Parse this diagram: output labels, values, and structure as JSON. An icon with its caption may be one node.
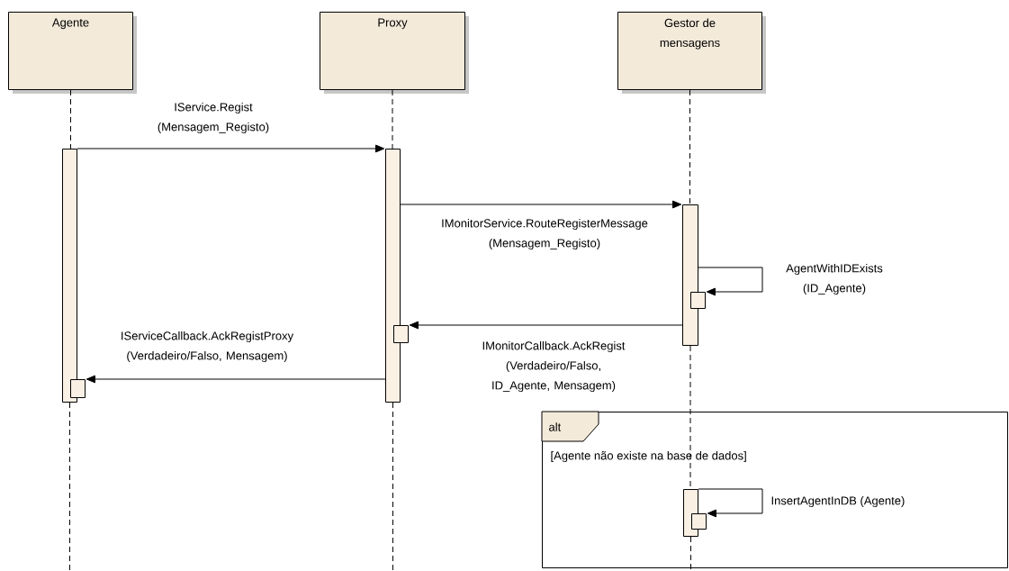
{
  "diagram": {
    "nodes": [
      {
        "text": [
          "Agente"
        ]
      },
      {
        "text": [
          "Proxy"
        ]
      },
      {
        "text": [
          "Gestor de mensagens"
        ]
      },
      {
        "text": [],
        "shape": "bar"
      },
      {
        "text": [],
        "shape": "bar"
      },
      {
        "text": [],
        "shape": "bar"
      },
      {
        "text": [],
        "shape": "bar"
      },
      {
        "text": [],
        "shape": "bar"
      },
      {
        "text": [],
        "shape": "bar"
      },
      {
        "text": [
          "alt",
          "[Agente não existe na base de dados]"
        ]
      },
      {
        "text": [],
        "shape": "bar",
        "in": 9
      },
      {
        "text": [],
        "shape": "bar",
        "in": 9
      }
    ],
    "edges": [
      {
        "from": 3,
        "to": 5,
        "arrow": "to",
        "label": "IService.Regist (Mensagem_Registo)"
      },
      {
        "from": 5,
        "to": 7,
        "arrow": "to",
        "label": "IMonitorService.RouteRegisterMessage (Mensagem_Registo)"
      },
      {
        "from": 7,
        "to": 8,
        "arrow": "to",
        "label": "AgentWithIDExists (ID_Agente)"
      },
      {
        "from": 7,
        "to": 6,
        "arrow": "to",
        "label": "IMonitorCallback.AckRegist (Verdadeiro/Falso, ID_Agente, Mensagem)"
      },
      {
        "from": 5,
        "to": 4,
        "arrow": "to",
        "label": "IServiceCallback.AckRegistProxy (Verdadeiro/Falso, Mensagem)"
      },
      {
        "from": 10,
        "to": 11,
        "arrow": "to",
        "label": "InsertAgentInDB (Agente)"
      },
      {
        "from": 0,
        "to": 3,
        "arrow": "none",
        "style": "dashed"
      },
      {
        "from": 1,
        "to": 5,
        "arrow": "none",
        "style": "dashed"
      },
      {
        "from": 2,
        "to": 7,
        "arrow": "none",
        "style": "dashed"
      },
      {
        "from": 7,
        "to": 10,
        "arrow": "none",
        "style": "dashed"
      },
      {
        "from": 3,
        "to": null,
        "arrow": "none",
        "style": "dashed"
      },
      {
        "from": 5,
        "to": null,
        "arrow": "none",
        "style": "dashed"
      },
      {
        "from": 10,
        "to": null,
        "arrow": "none",
        "style": "dashed"
      }
    ]
  }
}
